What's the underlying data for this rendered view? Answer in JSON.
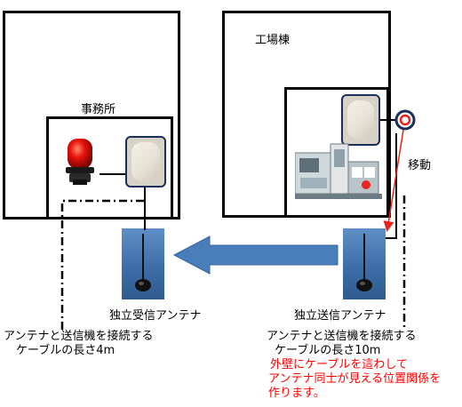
{
  "buildings": {
    "office_label": "事務所",
    "factory_label": "工場棟"
  },
  "labels": {
    "move": "移動",
    "receiver_title": "独立受信アンテナ",
    "receiver_cable_1": "アンテナと送信機を接続する",
    "receiver_cable_2": "ケーブルの長さ4m",
    "transmitter_title": "独立送信アンテナ",
    "transmitter_cable_1": "アンテナと送信機を接続する",
    "transmitter_cable_2": "ケーブルの長さ10m",
    "note_1": "外壁にケーブルを這わして",
    "note_2": "アンテナ同士が見える位置関係を",
    "note_3": "作ります。"
  },
  "colors": {
    "note_text": "#ff0000",
    "arrow_fill": "#4a7ebb",
    "device_border": "#1a2f5a",
    "antenna_photo": "#3d6ea8",
    "move_arrow": "#e8231e",
    "lamp": "#e8120c"
  },
  "icons": {
    "receiver": "receiver-device-icon",
    "transmitter": "transmitter-device-icon",
    "lamp": "signal-lamp-icon",
    "machine": "machine-tool-icon",
    "target": "move-target-icon"
  }
}
